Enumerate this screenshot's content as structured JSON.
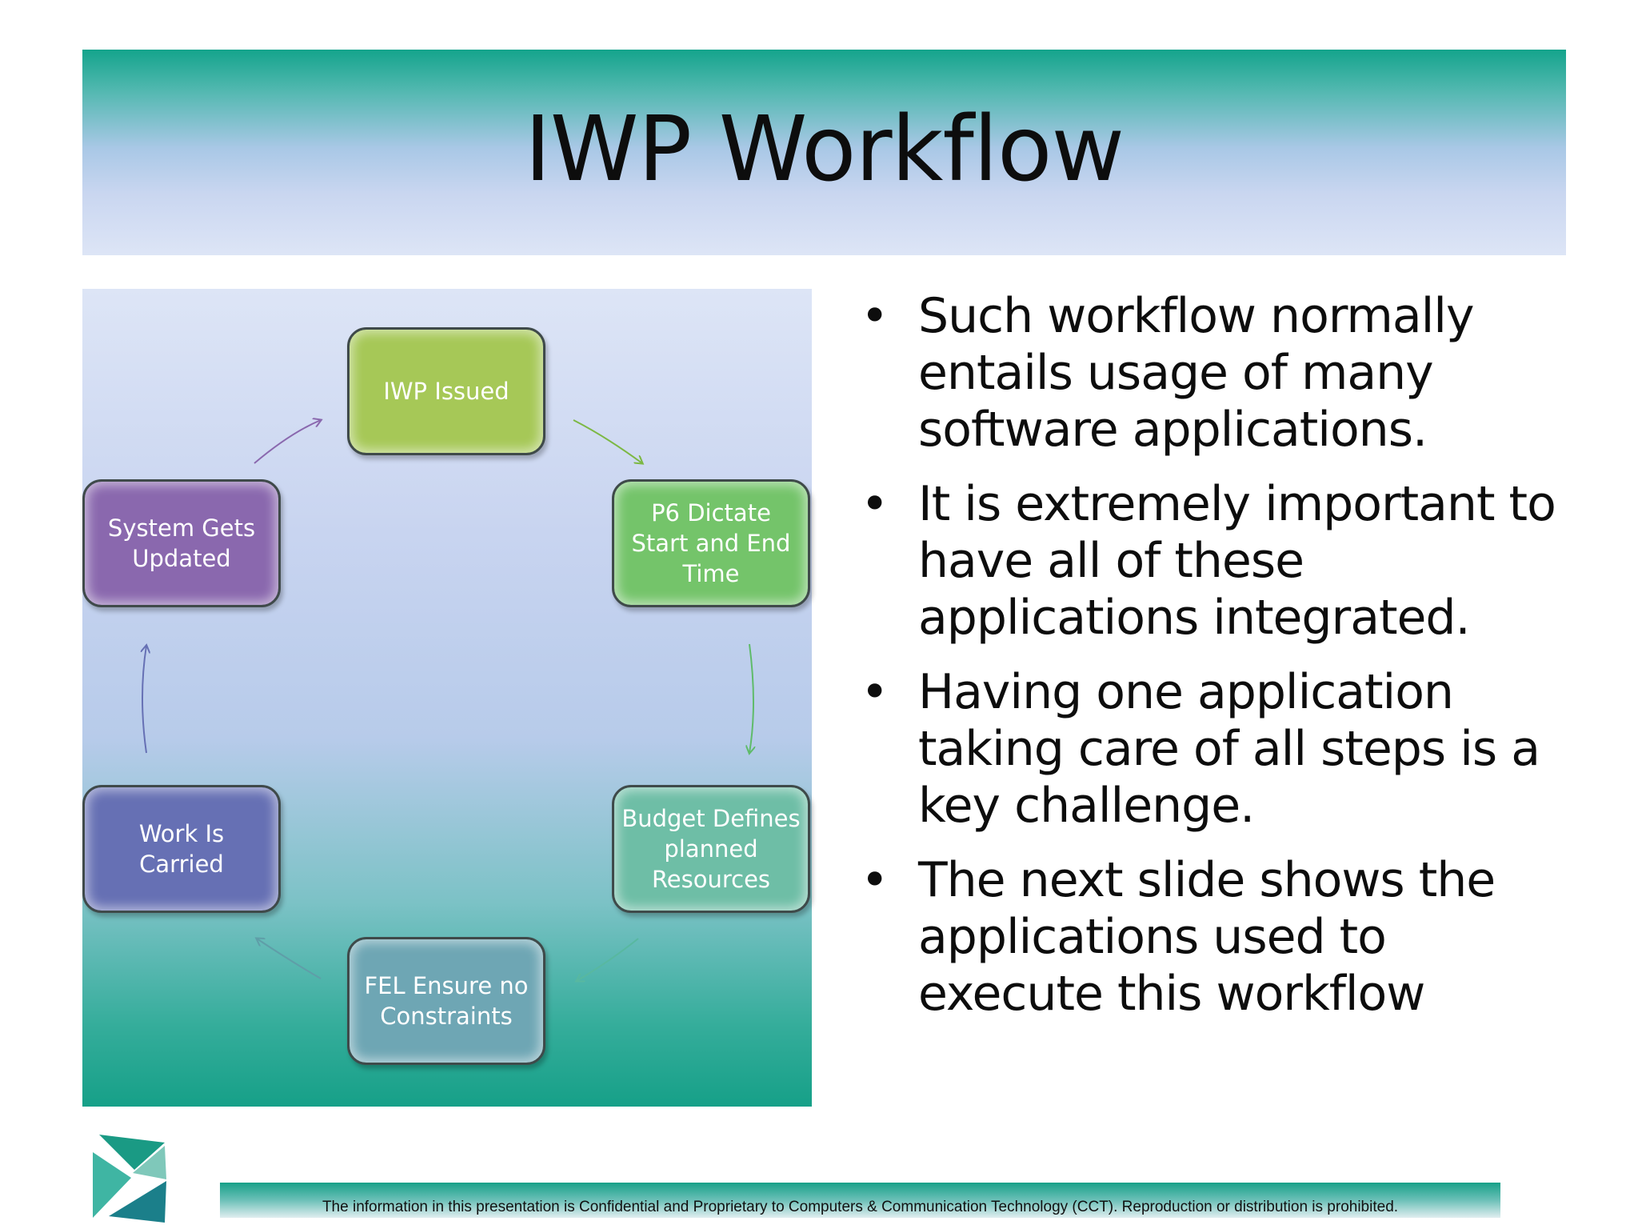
{
  "slide": {
    "title": "IWP Workflow"
  },
  "diagram": {
    "nodes": {
      "iwp_issued": "IWP Issued",
      "p6_dictate": "P6 Dictate\nStart  and End\nTime",
      "budget_defines": "Budget Defines\nplanned\nResources",
      "fel_ensure": "FEL Ensure no\nConstraints",
      "work_carried": "Work Is\nCarried",
      "system_updated": "System Gets\nUpdated"
    }
  },
  "bullets": [
    "Such workflow normally entails usage of many software applications.",
    "It is extremely important to have all of these applications integrated.",
    "Having one application taking care of all steps is a key challenge.",
    "The next slide shows the applications used to execute this workflow"
  ],
  "footer": {
    "text": "The  information in this presentation is Confidential and Proprietary to Computers & Communication Technology (CCT).  Reproduction or distribution is prohibited."
  },
  "colors": {
    "accent_teal": "#16a088",
    "iwp_issued": "#a6c857",
    "p6_dictate": "#74c46a",
    "budget_defines": "#6ebea6",
    "fel_ensure": "#6ea6b4",
    "work_carried": "#6670b4",
    "system_updated": "#8a68ae"
  }
}
